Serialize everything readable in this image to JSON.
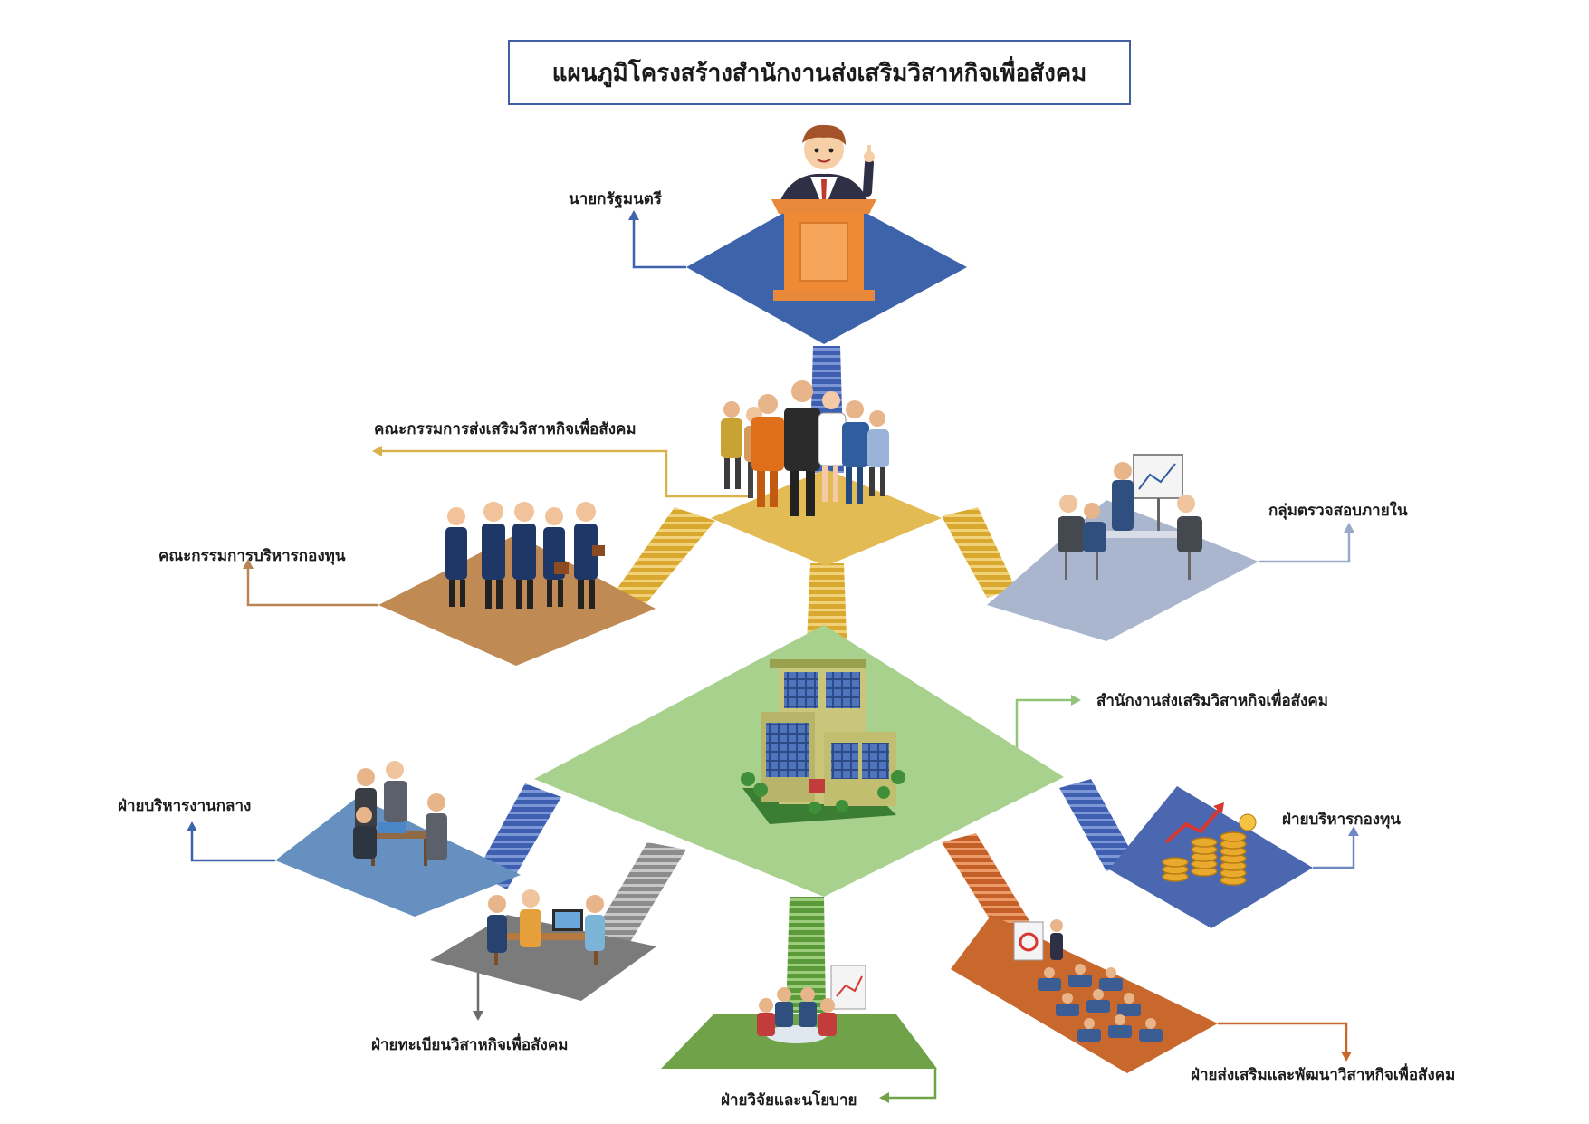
{
  "title": "แผนภูมิโครงสร้างสำนักงานส่งเสริมวิสาหกิจเพื่อสังคม",
  "colors": {
    "minister": "#3d63aa",
    "board_promotion": "#e3bb55",
    "board_fund": "#c08a55",
    "internal_audit": "#aab5ce",
    "office": "#a8d18d",
    "central_admin": "#6590bf",
    "fund_admin": "#4a67b0",
    "registration": "#7b7b7b",
    "research": "#70a349",
    "promotion_dev": "#c9682d"
  },
  "nodes": {
    "minister": "นายกรัฐมนตรี",
    "board_promotion": "คณะกรรมการส่งเสริมวิสาหกิจเพื่อสังคม",
    "board_fund": "คณะกรรมการบริหารกองทุน",
    "internal_audit": "กลุ่มตรวจสอบภายใน",
    "office": "สำนักงานส่งเสริมวิสาหกิจเพื่อสังคม",
    "central_admin": "ฝ่ายบริหารงานกลาง",
    "fund_admin": "ฝ่ายบริหารกองทุน",
    "registration": "ฝ่ายทะเบียนวิสาหกิจเพื่อสังคม",
    "research": "ฝ่ายวิจัยและนโยบาย",
    "promotion_dev": "ฝ่ายส่งเสริมและพัฒนาวิสาหกิจเพื่อสังคม"
  }
}
